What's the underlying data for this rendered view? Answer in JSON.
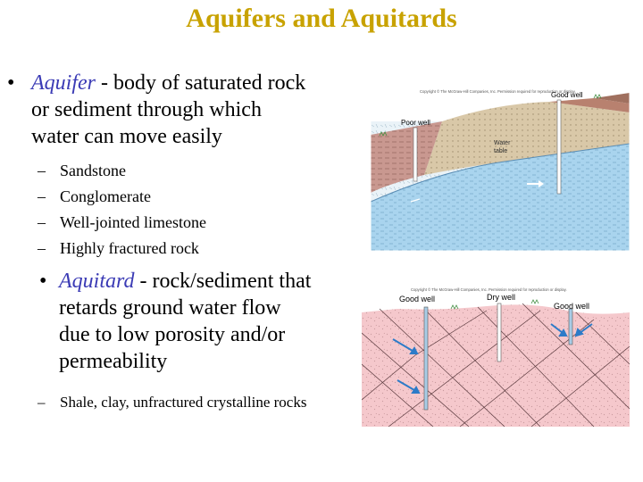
{
  "title": "Aquifers and Aquitards",
  "aquifer": {
    "term": "Aquifer",
    "definition_lines": [
      " - body of saturated rock",
      "or sediment through which",
      "water can move easily"
    ],
    "examples": [
      "Sandstone",
      "Conglomerate",
      "Well-jointed limestone",
      "Highly fractured  rock"
    ]
  },
  "aquitard": {
    "term": "Aquitard",
    "definition_lines": [
      " - rock/sediment that",
      "retards ground water flow",
      "due to low porosity and/or",
      "permeability"
    ],
    "examples": [
      "Shale, clay, unfractured crystalline rocks"
    ]
  },
  "figure_top": {
    "copyright": "Copyright © The McGraw-Hill Companies, Inc. Permission required for reproduction or display.",
    "labels": {
      "good_well": "Good well",
      "poor_well": "Poor well",
      "water_table_1": "Water",
      "water_table_2": "table"
    },
    "colors": {
      "sandstone": "#D9C8A8",
      "shale": "#C99890",
      "saturated": "#A9D4EE"
    }
  },
  "figure_bottom": {
    "copyright": "Copyright © The McGraw-Hill Companies, Inc. Permission required for reproduction or display.",
    "labels": {
      "good_well_left": "Good well",
      "dry_well": "Dry well",
      "good_well_right": "Good well"
    },
    "colors": {
      "rock": "#F5C8CC",
      "arrow": "#2D7BC8"
    }
  }
}
